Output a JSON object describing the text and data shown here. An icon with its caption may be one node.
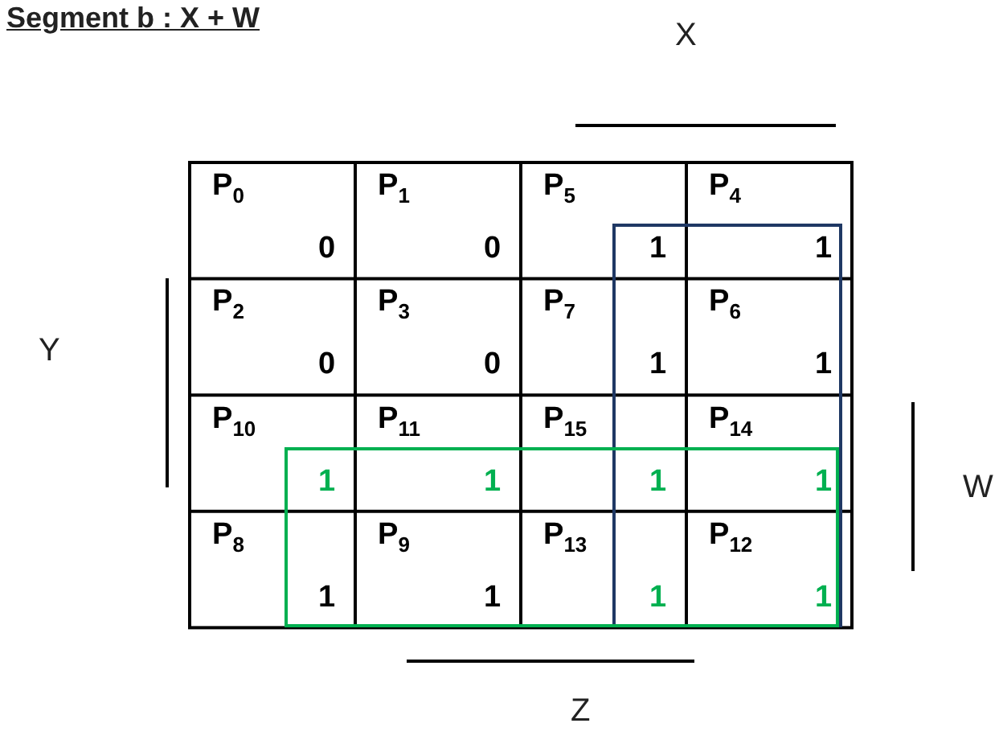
{
  "diagram": {
    "title": "Segment b : X + W",
    "labels": [
      "X",
      "P$_{0}$",
      "0",
      "P$_{1}$",
      "0",
      "P$_{5}$",
      "1",
      "P$_{4}$",
      "1",
      "P$_{2}$",
      "0",
      "P$_{3}$",
      "0",
      "P$_{7}$",
      "1",
      "P$_{6}$",
      "1",
      "P$_{10}$",
      "1",
      "P$_{11}$",
      "1",
      "P$_{15}$",
      "1",
      "P$_{14}$",
      "1",
      "P$_{8}$",
      "1",
      "P$_{9}$",
      "1",
      "P$_{13}$",
      "1",
      "P$_{12}$",
      "1",
      "Y",
      "W",
      "Z"
    ]
  }
}
